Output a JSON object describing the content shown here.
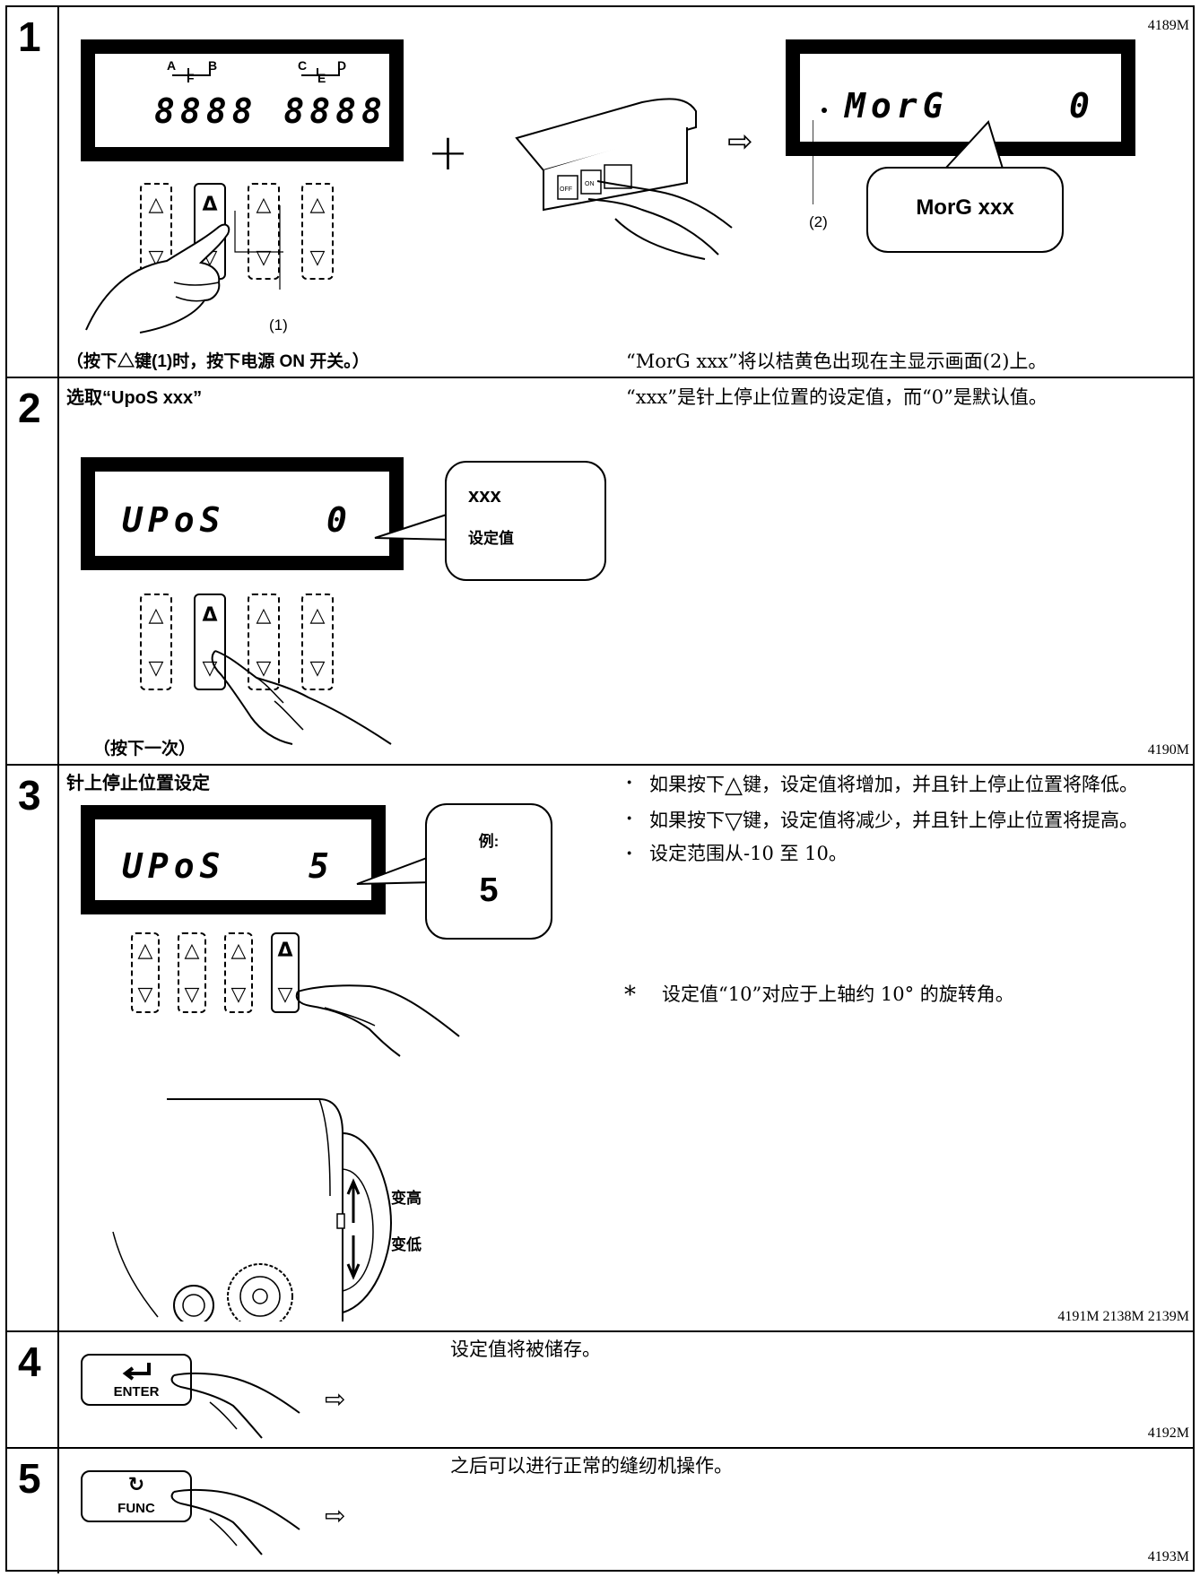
{
  "steps": [
    {
      "num": "1",
      "code": "4189M",
      "lcd1_text": "8888 8888",
      "lcd1_labels": [
        "A",
        "F",
        "B",
        "C",
        "E",
        "D"
      ],
      "lcd2_text": "MorG",
      "lcd2_value": "0",
      "plus_sign": "+",
      "arrow": "⇨",
      "callout": "MorG xxx",
      "switch_off": "OFF",
      "switch_on": "ON",
      "label1": "(1)",
      "label2": "(2)",
      "caption_left": "（按下△键(1)时，按下电源 ON 开关。）",
      "caption_right": "“MorG xxx”将以桔黄色出现在主显示画面(2)上。"
    },
    {
      "num": "2",
      "code": "4190M",
      "heading": "选取“UpoS xxx”",
      "right_text": "“xxx”是针上停止位置的设定值，而“0”是默认值。",
      "lcd_text": "UPoS",
      "lcd_value": "0",
      "callout_title": "xxx",
      "callout_sub": "设定值",
      "caption": "（按下一次）"
    },
    {
      "num": "3",
      "codes": "4191M   2138M   2139M",
      "heading": "针上停止位置设定",
      "lcd_text": "UPoS",
      "lcd_value": "5",
      "callout_title": "例:",
      "callout_value": "5",
      "bullets": [
        {
          "pre": "如果按下",
          "icon": "△",
          "post": "键，设定值将增加，并且针上停止位置将降低。"
        },
        {
          "pre": "如果按下",
          "icon": "▽",
          "post": "键，设定值将减少，并且针上停止位置将提高。"
        },
        {
          "pre": "",
          "icon": "",
          "post": "设定范围从-10 至 10。"
        }
      ],
      "note_star": "*",
      "note": "设定值“10”对应于上轴约 10° 的旋转角。",
      "label_up": "变高",
      "label_down": "变低"
    },
    {
      "num": "4",
      "code": "4192M",
      "button": "ENTER",
      "text": "设定值将被储存。"
    },
    {
      "num": "5",
      "code": "4193M",
      "button": "FUNC",
      "text": "之后可以进行正常的缝纫机操作。"
    }
  ]
}
